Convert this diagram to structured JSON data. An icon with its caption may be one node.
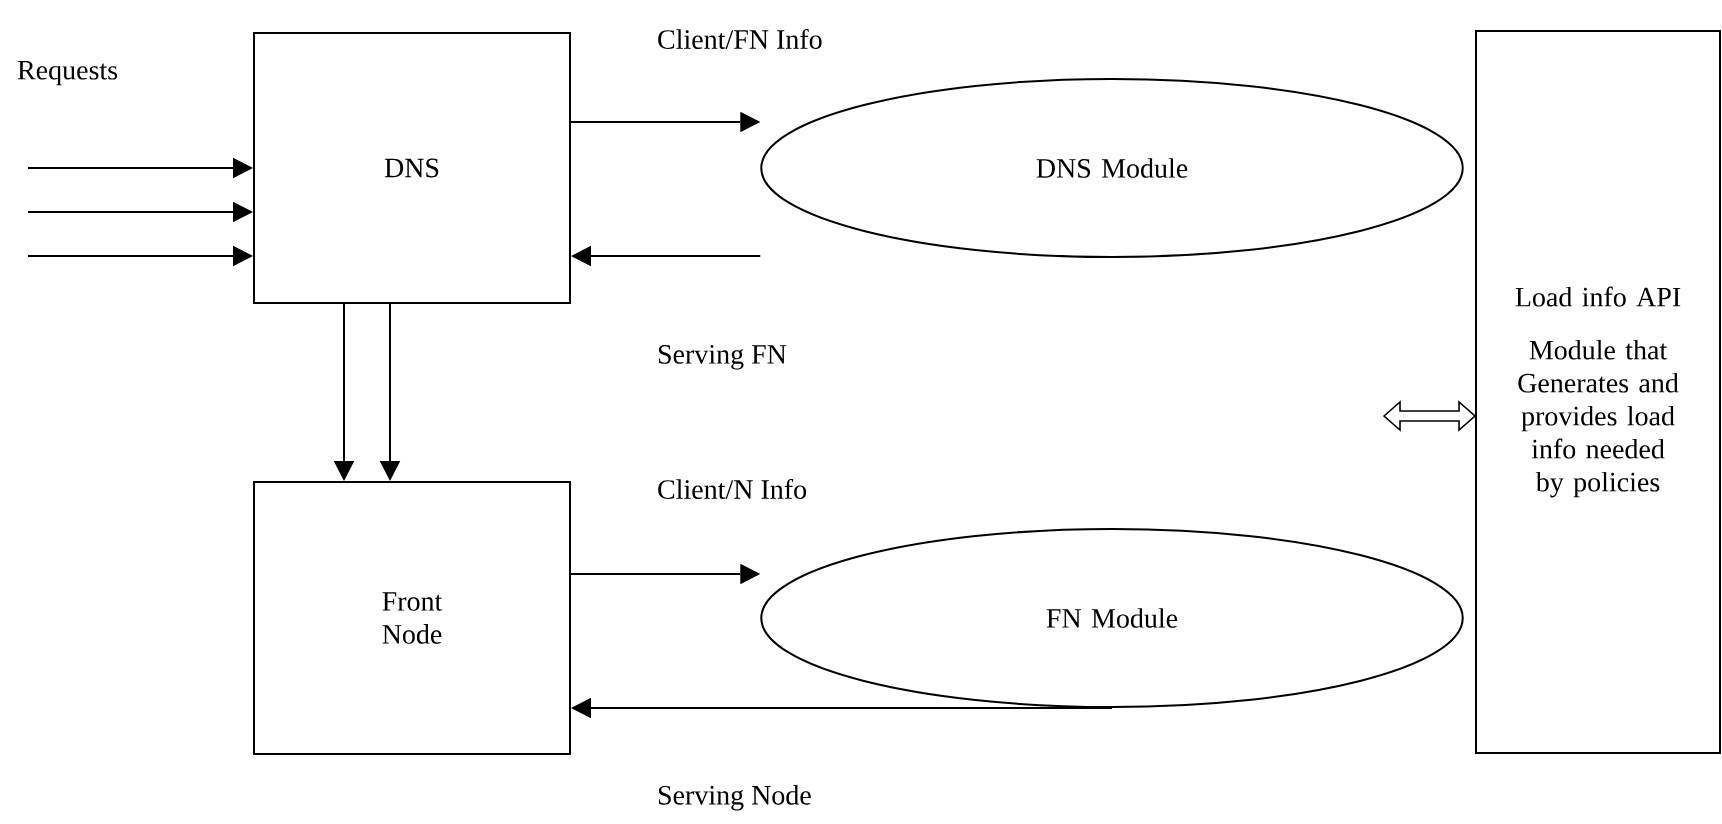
{
  "diagram": {
    "nodes": [
      {
        "text": [
          "DNS"
        ]
      },
      {
        "text": [
          "DNS Module"
        ]
      },
      {
        "text": [
          "Front Node"
        ]
      },
      {
        "text": [
          "FN Module"
        ]
      },
      {
        "text": [
          "Load info API",
          "Module that Generates and provides load info needed by policies"
        ]
      }
    ],
    "edges": [
      {
        "from": null,
        "to": 0,
        "arrow": "to"
      },
      {
        "from": null,
        "to": 0,
        "arrow": "to"
      },
      {
        "from": null,
        "to": 0,
        "arrow": "to"
      },
      {
        "from": 0,
        "to": 1,
        "arrow": "to",
        "label": "Client/FN Info"
      },
      {
        "from": 1,
        "to": 0,
        "arrow": "to",
        "label": "Serving FN"
      },
      {
        "from": 0,
        "to": 2,
        "arrow": "to"
      },
      {
        "from": 0,
        "to": 2,
        "arrow": "to"
      },
      {
        "from": 2,
        "to": 3,
        "arrow": "to",
        "label": "Client/N Info"
      },
      {
        "from": 3,
        "to": 2,
        "arrow": "to",
        "label": "Serving Node"
      },
      {
        "from": null,
        "to": 4,
        "arrow": "both",
        "style": "thick"
      }
    ],
    "labels": [
      "Requests"
    ]
  }
}
